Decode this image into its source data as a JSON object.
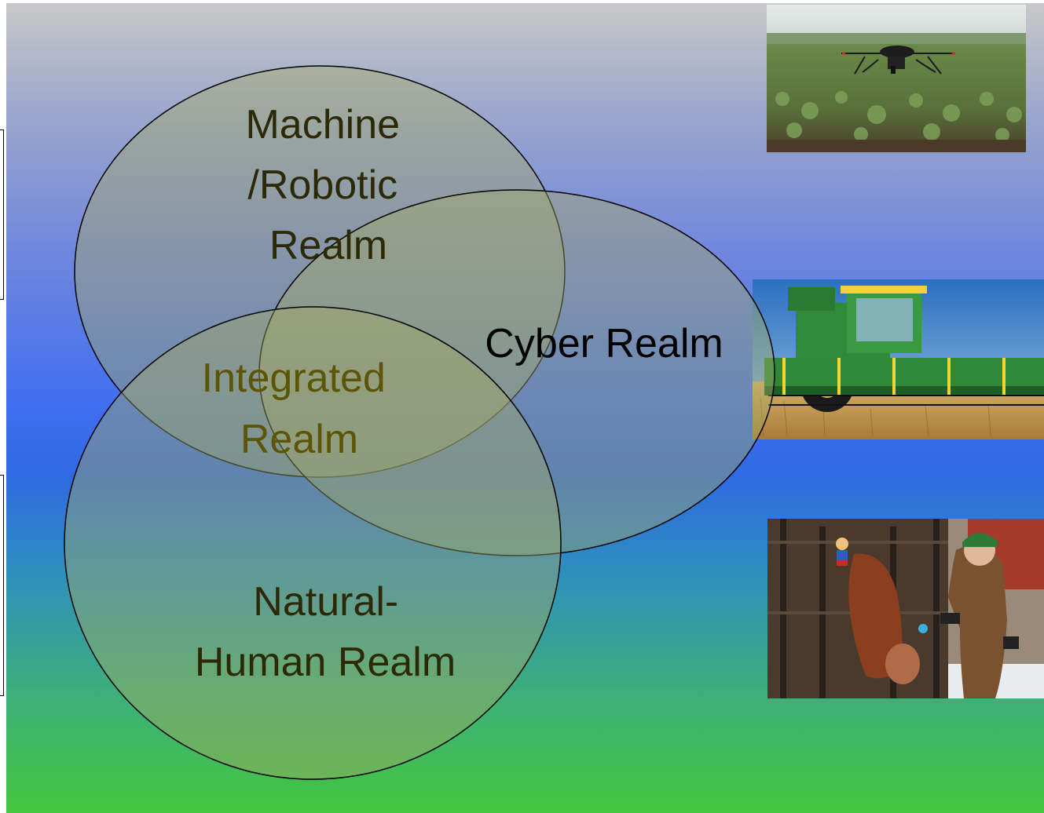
{
  "diagram": {
    "realms": [
      {
        "lines": [
          "Machine",
          "/Robotic",
          "Realm"
        ],
        "color": "#2c2a06"
      },
      {
        "lines": [
          "Cyber Realm"
        ],
        "color": "#000000"
      },
      {
        "lines": [
          "Integrated",
          "Realm"
        ],
        "color": "#5c5406"
      },
      {
        "lines": [
          "Natural-",
          "Human Realm"
        ],
        "color": "#2c2a06"
      }
    ],
    "circle_fill": "#a4aa64",
    "circle_stroke": "#000000"
  },
  "images": [
    {
      "subject": "drone-over-crop-field"
    },
    {
      "subject": "green-combine-harvester-in-wheat"
    },
    {
      "subject": "farmer-with-cow-in-cattle-chute"
    }
  ],
  "colors": {
    "background_top": "#c8c8c8",
    "background_mid": "#3f6ef0",
    "background_bottom": "#44c63e"
  }
}
